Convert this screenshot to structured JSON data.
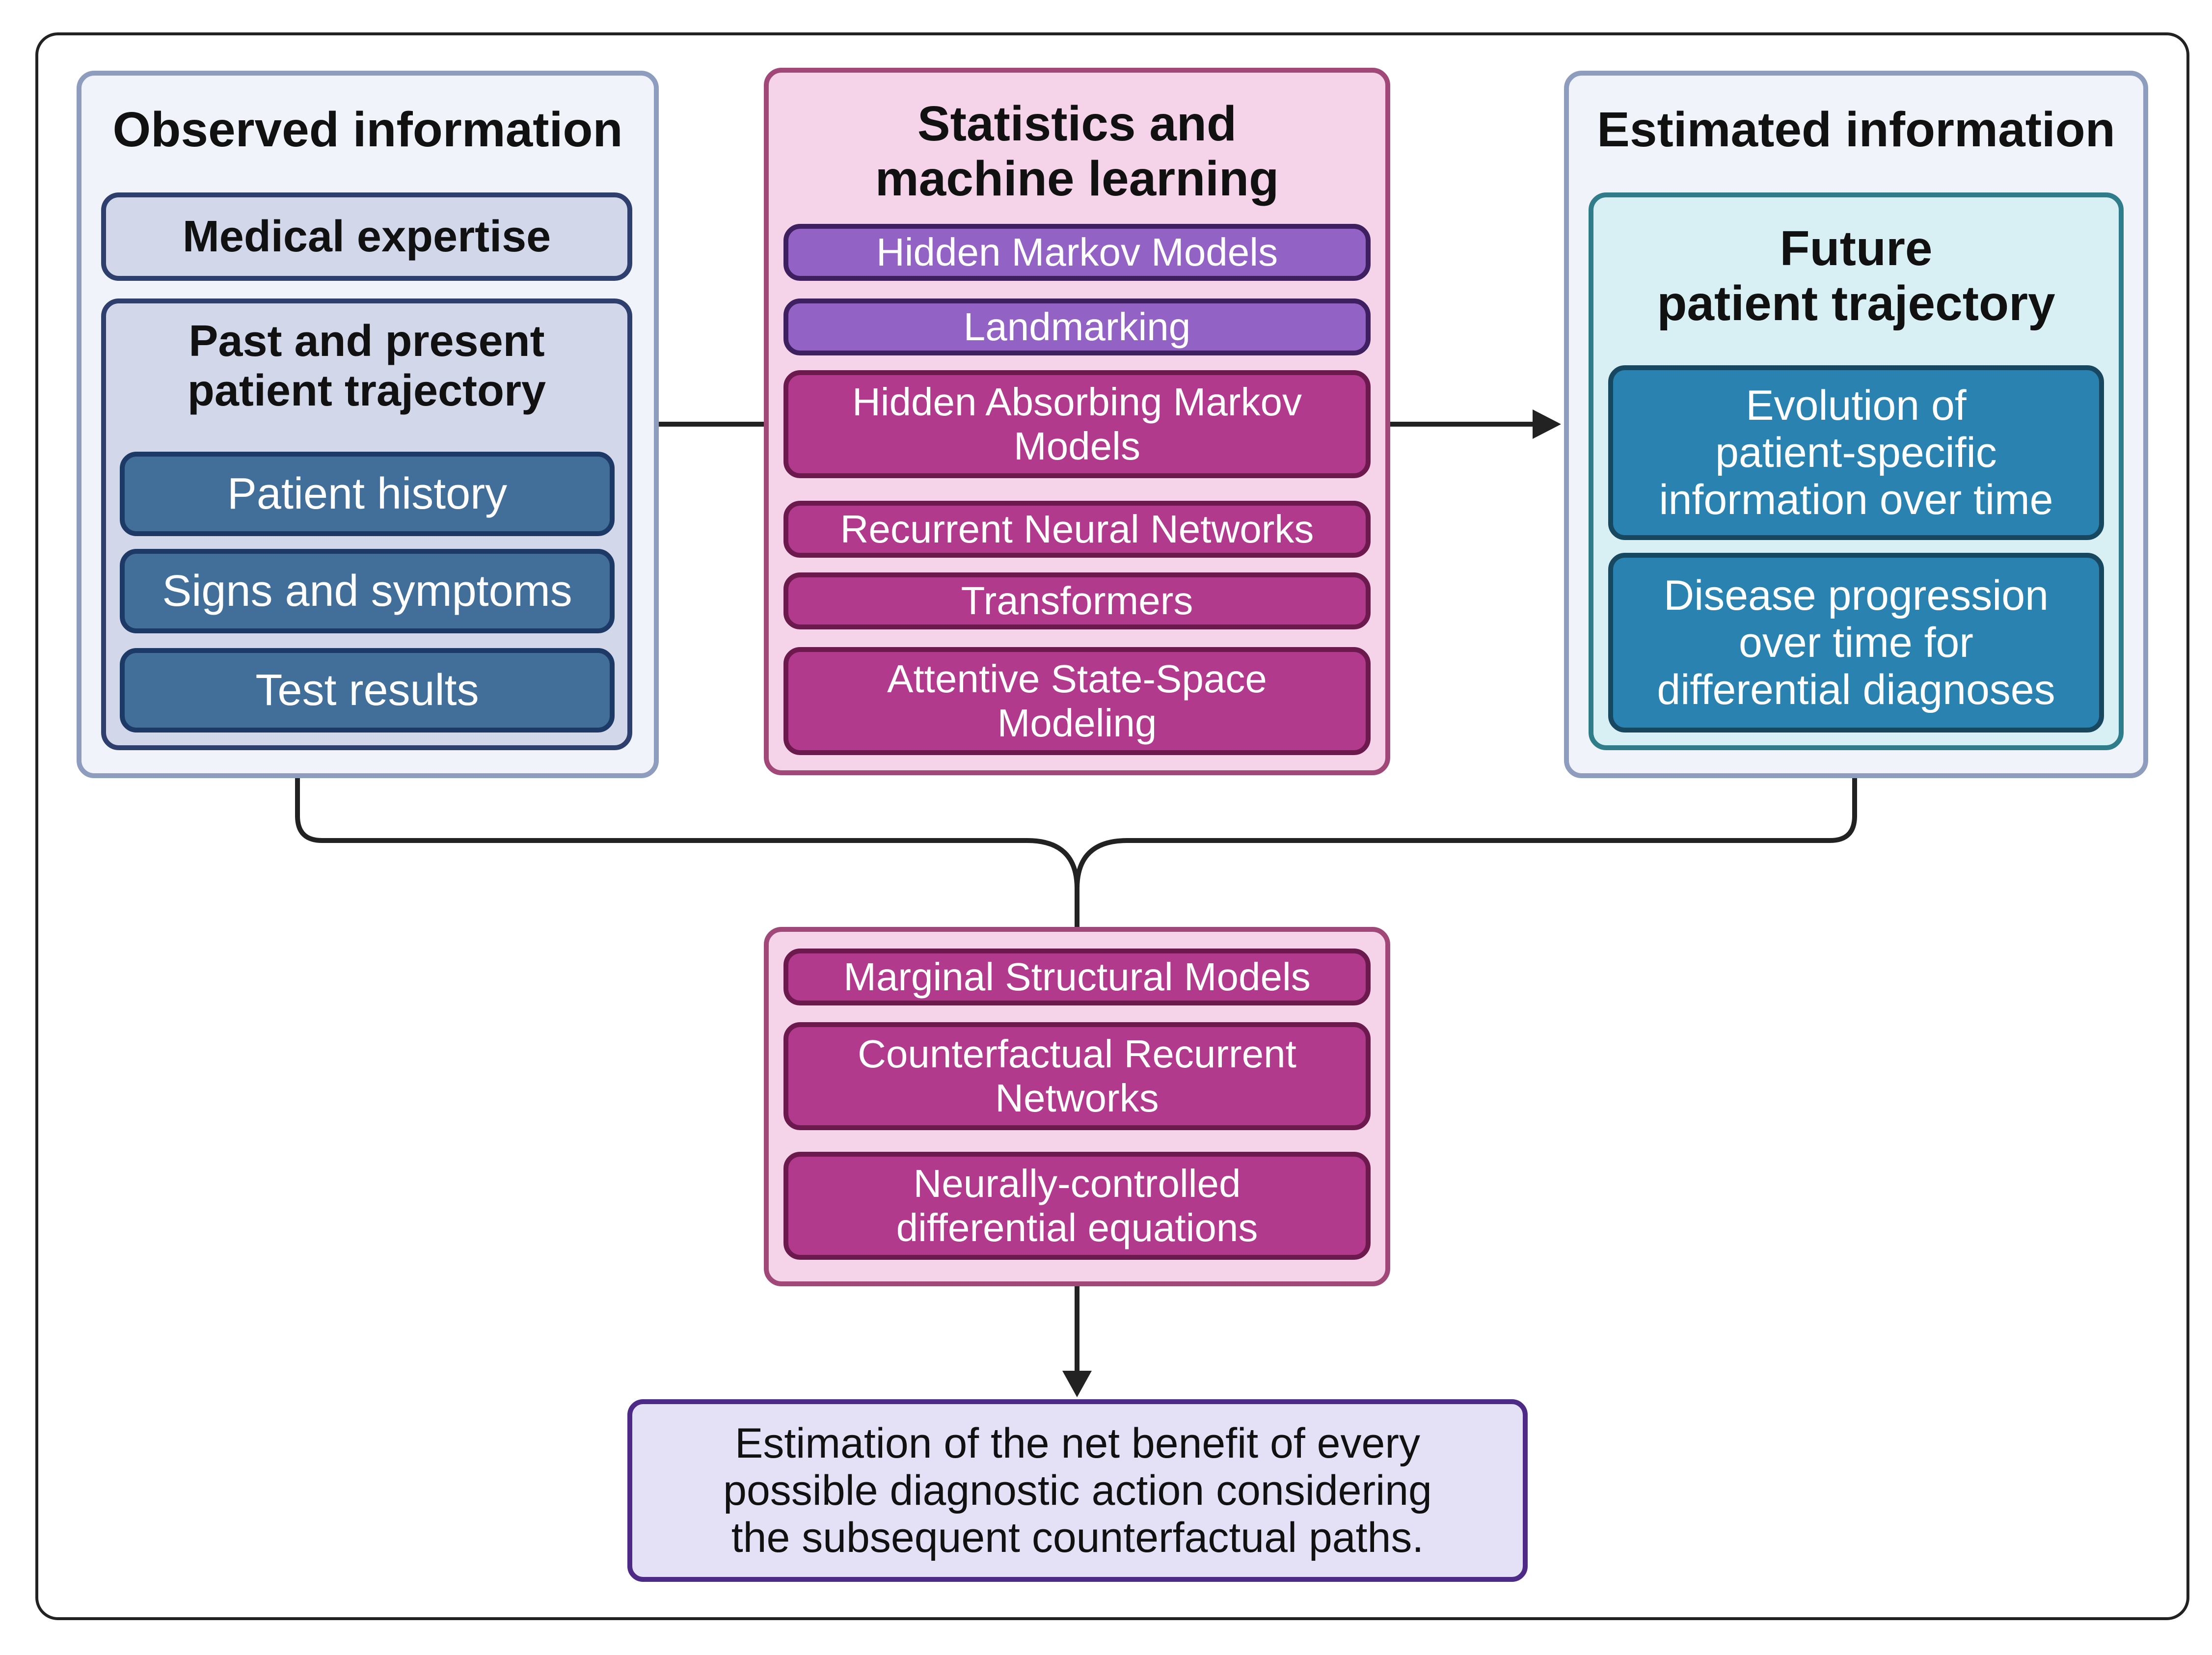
{
  "observed": {
    "title": "Observed information",
    "medical": "Medical expertise",
    "trajectory_title": "Past and present\npatient trajectory",
    "items": [
      "Patient history",
      "Signs and symptoms",
      "Test results"
    ]
  },
  "stats": {
    "title": "Statistics and\nmachine learning",
    "methods": [
      "Hidden Markov Models",
      "Landmarking",
      "Hidden Absorbing Markov\nModels",
      "Recurrent Neural Networks",
      "Transformers",
      "Attentive State-Space\nModeling"
    ]
  },
  "estimated": {
    "title": "Estimated information",
    "future_title": "Future\npatient trajectory",
    "items": [
      "Evolution of\npatient-specific\ninformation over time",
      "Disease progression\nover time for\ndifferential diagnoses"
    ]
  },
  "causal": {
    "methods": [
      "Marginal Structural Models",
      "Counterfactual Recurrent\nNetworks",
      "Neurally-controlled\ndifferential equations"
    ]
  },
  "result": {
    "text": "Estimation of the net benefit of every\npossible diagnostic action considering\nthe subsequent counterfactual paths."
  }
}
